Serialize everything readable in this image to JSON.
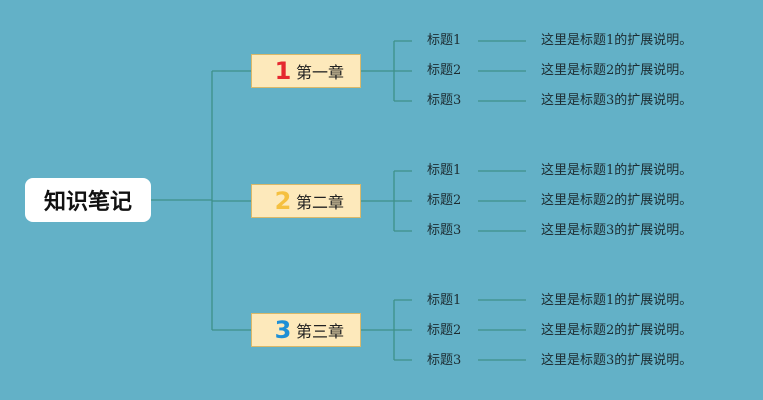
{
  "root": {
    "label": "知识笔记"
  },
  "colors": {
    "background": "#63b1c7",
    "connector": "#3e9088",
    "chapter_fill": "#fde9bb",
    "chapter_border": "#d9b869"
  },
  "chapters": [
    {
      "number": "1",
      "number_color": "#e5282f",
      "label": "第一章",
      "topics": [
        {
          "title": "标题1",
          "desc": "这里是标题1的扩展说明。"
        },
        {
          "title": "标题2",
          "desc": "这里是标题2的扩展说明。"
        },
        {
          "title": "标题3",
          "desc": "这里是标题3的扩展说明。"
        }
      ]
    },
    {
      "number": "2",
      "number_color": "#f5c040",
      "label": "第二章",
      "topics": [
        {
          "title": "标题1",
          "desc": "这里是标题1的扩展说明。"
        },
        {
          "title": "标题2",
          "desc": "这里是标题2的扩展说明。"
        },
        {
          "title": "标题3",
          "desc": "这里是标题3的扩展说明。"
        }
      ]
    },
    {
      "number": "3",
      "number_color": "#1e8fd6",
      "label": "第三章",
      "topics": [
        {
          "title": "标题1",
          "desc": "这里是标题1的扩展说明。"
        },
        {
          "title": "标题2",
          "desc": "这里是标题2的扩展说明。"
        },
        {
          "title": "标题3",
          "desc": "这里是标题3的扩展说明。"
        }
      ]
    }
  ]
}
